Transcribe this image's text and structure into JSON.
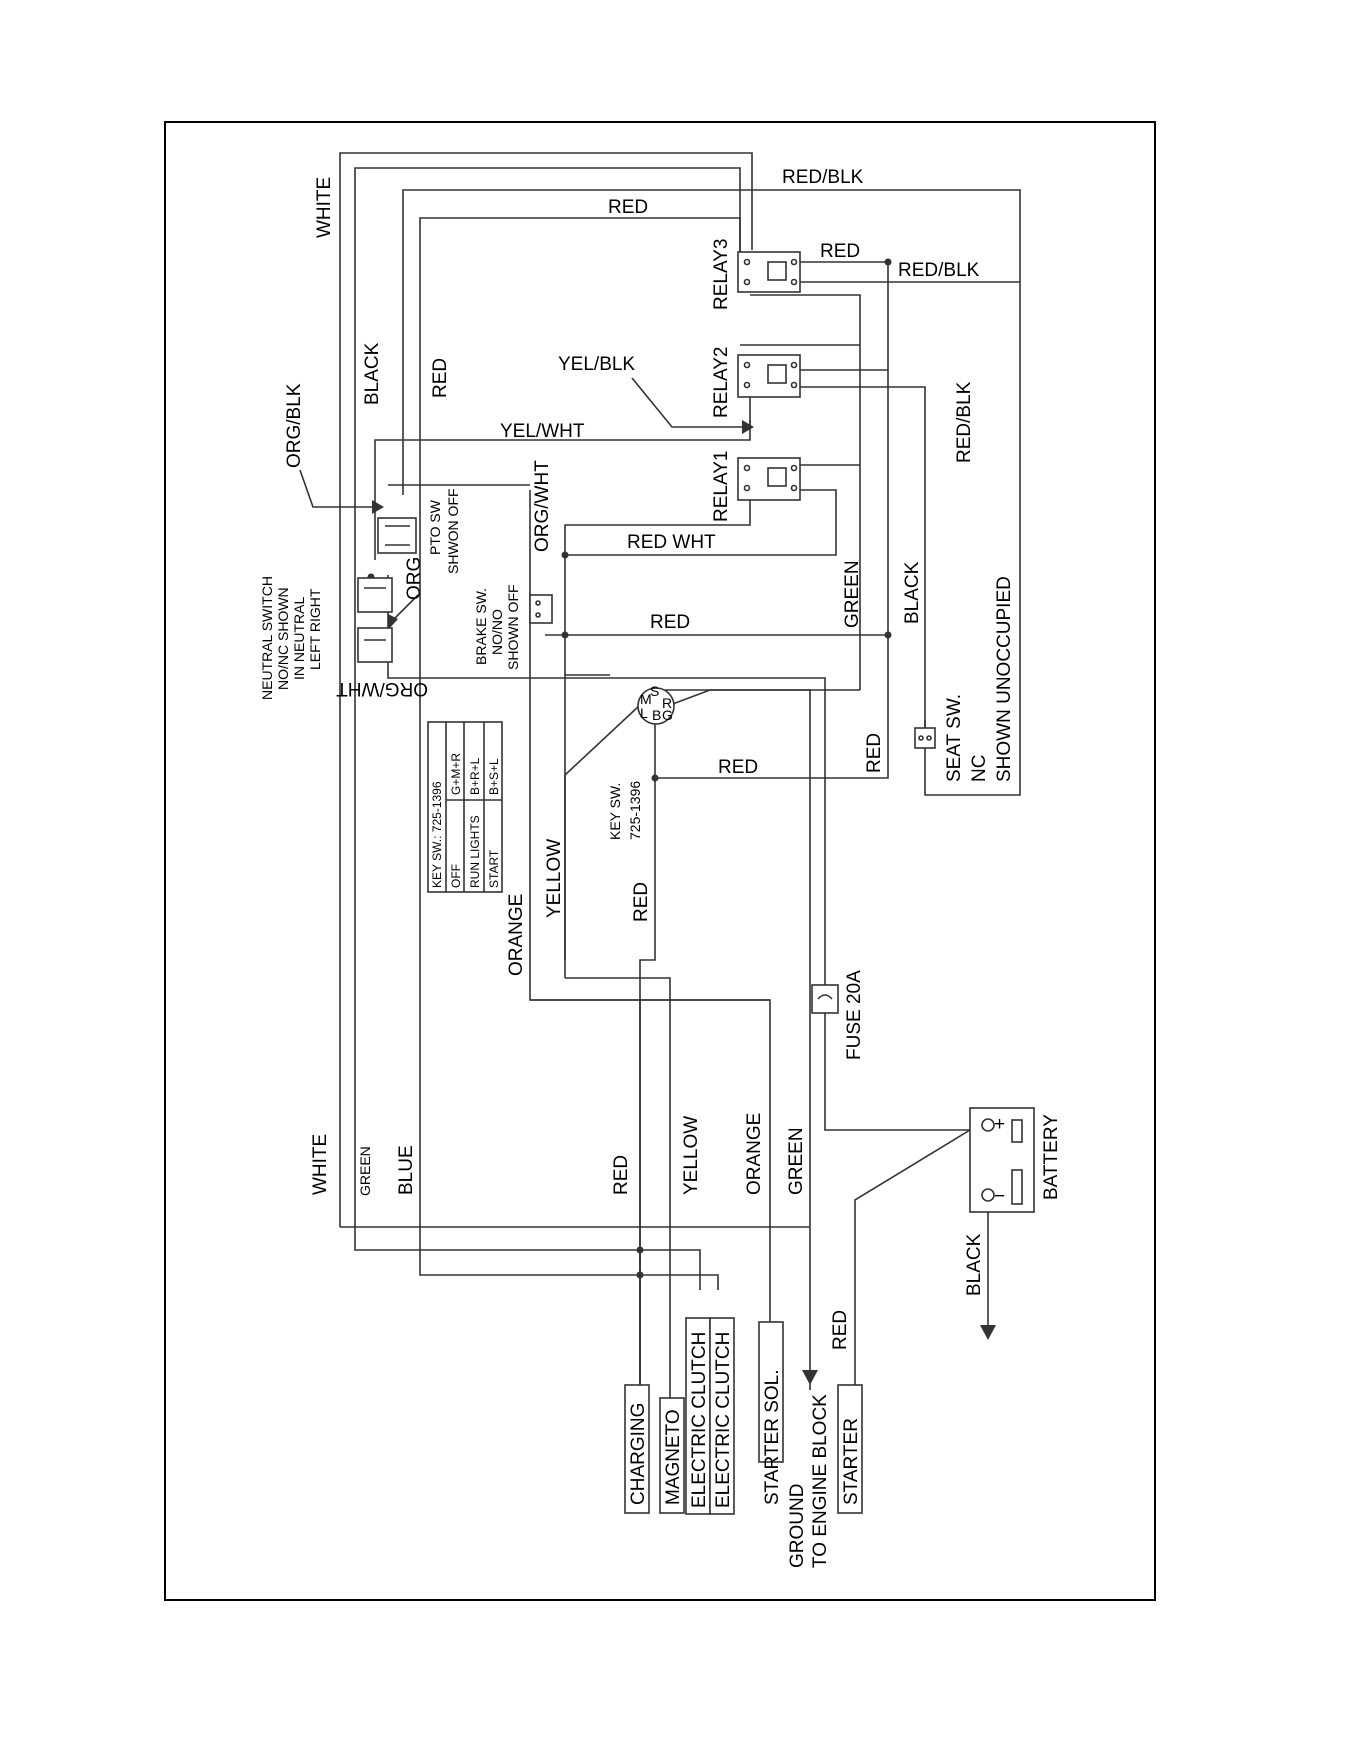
{
  "wires": {
    "white_top": "WHITE",
    "black_top": "BLACK",
    "red_top": "RED",
    "org_blk": "ORG/BLK",
    "red_blk_top": "RED/BLK",
    "red_upper": "RED",
    "red_relay3": "RED",
    "red_blk_relay3": "RED/BLK",
    "yel_blk": "YEL/BLK",
    "yel_wht": "YEL/WHT",
    "org_wht_vertical": "ORG/WHT",
    "red_wht": "RED WHT",
    "green_mid": "GREEN",
    "black_mid": "BLACK",
    "red_blk_right": "RED/BLK",
    "red_brake": "RED",
    "org_wht_flipped": "ORG/WHT",
    "org_label": "ORG",
    "red_key": "RED",
    "red_right": "RED",
    "orange_mid": "ORANGE",
    "yellow_mid": "YELLOW",
    "red_mid": "RED",
    "white_bottom": "WHITE",
    "green_bottom_left": "GREEN",
    "blue_bottom": "BLUE",
    "red_bottom": "RED",
    "yellow_bottom": "YELLOW",
    "orange_bottom": "ORANGE",
    "green_bottom": "GREEN",
    "red_starter": "RED",
    "black_battery": "BLACK"
  },
  "components": {
    "relay1": "RELAY1",
    "relay2": "RELAY2",
    "relay3": "RELAY3",
    "pto_sw": [
      "PTO SW",
      "SHWON OFF"
    ],
    "neutral_switch": [
      "NEUTRAL SWITCH",
      "NO/NC SHOWN",
      "IN NEUTRAL",
      "LEFT RIGHT"
    ],
    "brake_sw": [
      "BRAKE SW.",
      "NO/NO",
      "SHOWN OFF"
    ],
    "seat_sw": [
      "SEAT SW.",
      "NC",
      "SHOWN UNOCCUPIED"
    ],
    "key_sw": [
      "KEY SW.",
      "725-1396"
    ],
    "key_terminals": [
      "M",
      "S",
      "L",
      "R",
      "B",
      "G"
    ],
    "fuse": "FUSE 20A",
    "battery": "BATTERY",
    "battery_plus": "+",
    "battery_minus": "−"
  },
  "key_table": {
    "header": "KEY SW.: 725-1396",
    "rows": [
      [
        "OFF",
        "G+M+R"
      ],
      [
        "RUN LIGHTS",
        "B+R+L"
      ],
      [
        "START",
        "B+S+L"
      ]
    ]
  },
  "connectors": {
    "charging": "CHARGING",
    "magneto": "MAGNETO",
    "clutch1": "ELECTRIC CLUTCH",
    "clutch2": "ELECTRIC CLUTCH",
    "starter_sol": "STARTER SOL.",
    "ground": [
      "GROUND",
      "TO ENGINE BLOCK"
    ],
    "starter": "STARTER"
  }
}
